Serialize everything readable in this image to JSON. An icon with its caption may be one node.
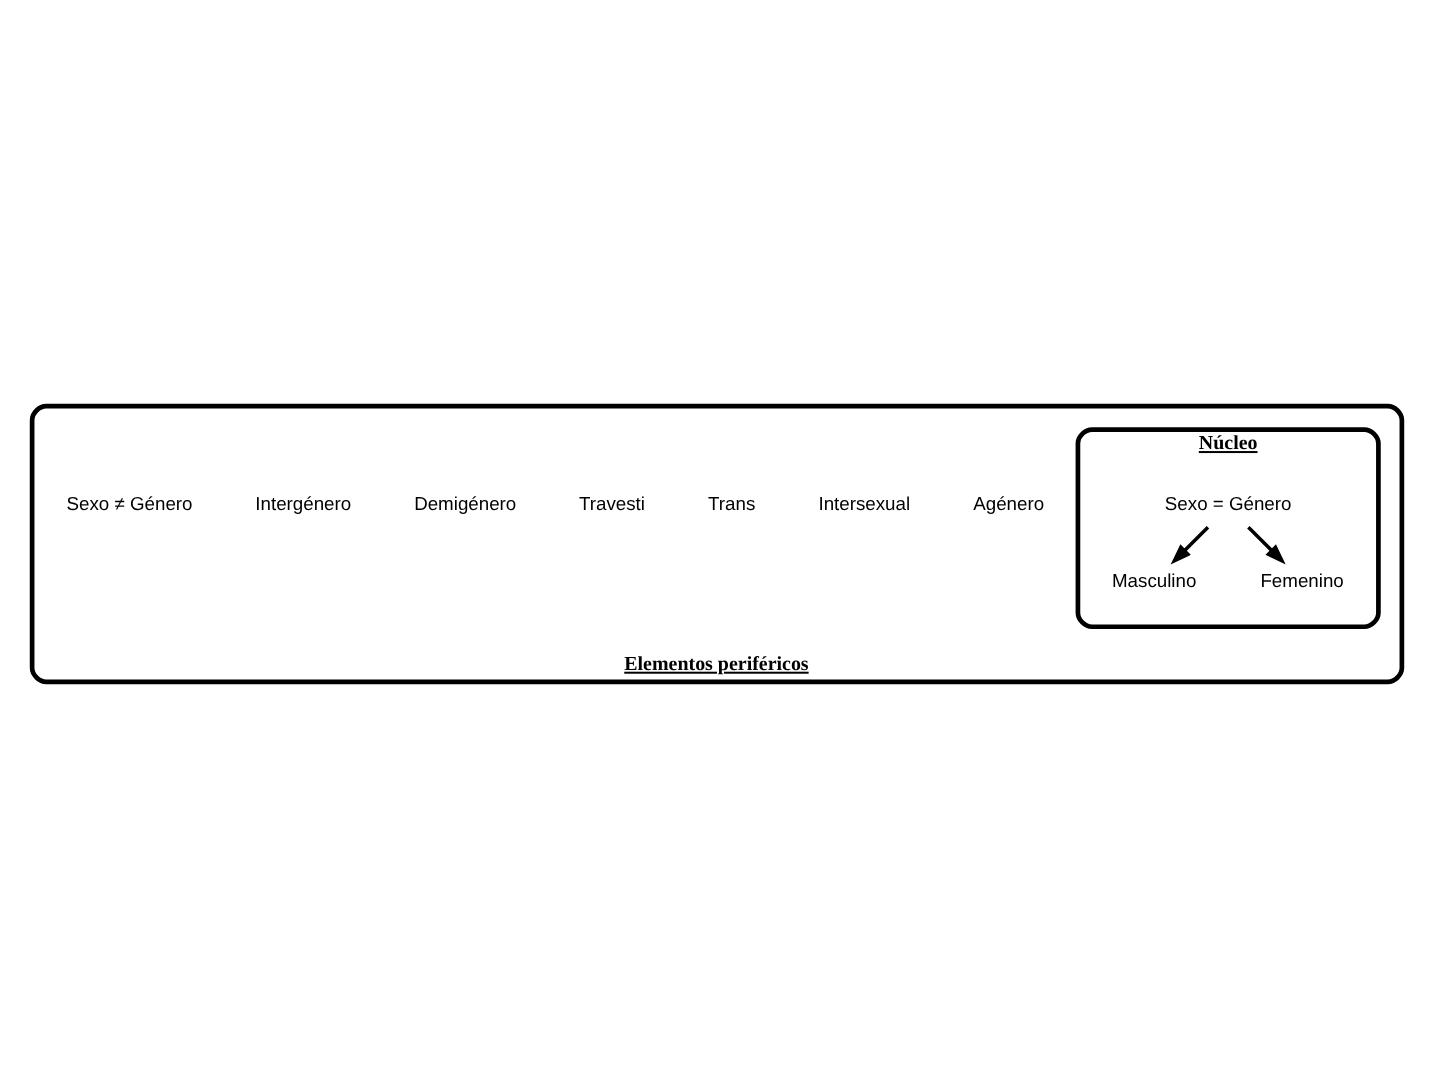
{
  "diagram": {
    "nodes": [
      {
        "text": [
          "Elementos periféricos"
        ]
      },
      {
        "text": [
          "Núcleo"
        ],
        "in": 0
      },
      {
        "text": [
          "Sexo = Género"
        ],
        "in": 1
      },
      {
        "text": [
          "Masculino"
        ],
        "in": 1
      },
      {
        "text": [
          "Femenino"
        ],
        "in": 1
      }
    ],
    "edges": [
      {
        "from": 2,
        "to": 3,
        "arrow": "to"
      },
      {
        "from": 2,
        "to": 4,
        "arrow": "to"
      }
    ],
    "labels": [
      "Agénero",
      "Intersexual",
      "Trans",
      "Travesti",
      "Demigénero",
      "Intergénero",
      "Sexo ≠ Género"
    ]
  }
}
